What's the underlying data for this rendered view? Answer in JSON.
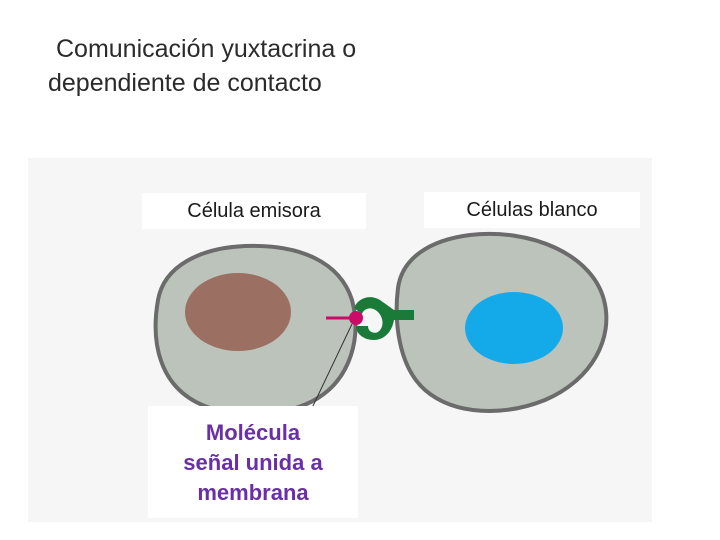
{
  "title": {
    "line1": "Comunicación yuxtacrina o",
    "line2": "dependiente de contacto"
  },
  "diagram": {
    "emitter_cell_label": "Célula emisora",
    "target_cells_label": "Células blanco",
    "molecule_label_lines": [
      "Molécula",
      "señal unida a",
      "membrana"
    ]
  },
  "colors": {
    "cytoplasm": "#bcc3bb",
    "membrane": "#6b6b6b",
    "emitter_nucleus": "#9b6f61",
    "target_nucleus": "#14aaea",
    "signal_molecule": "#cc0a6a",
    "receptor": "#1a7a38",
    "label_text": "#6a2fa6"
  }
}
